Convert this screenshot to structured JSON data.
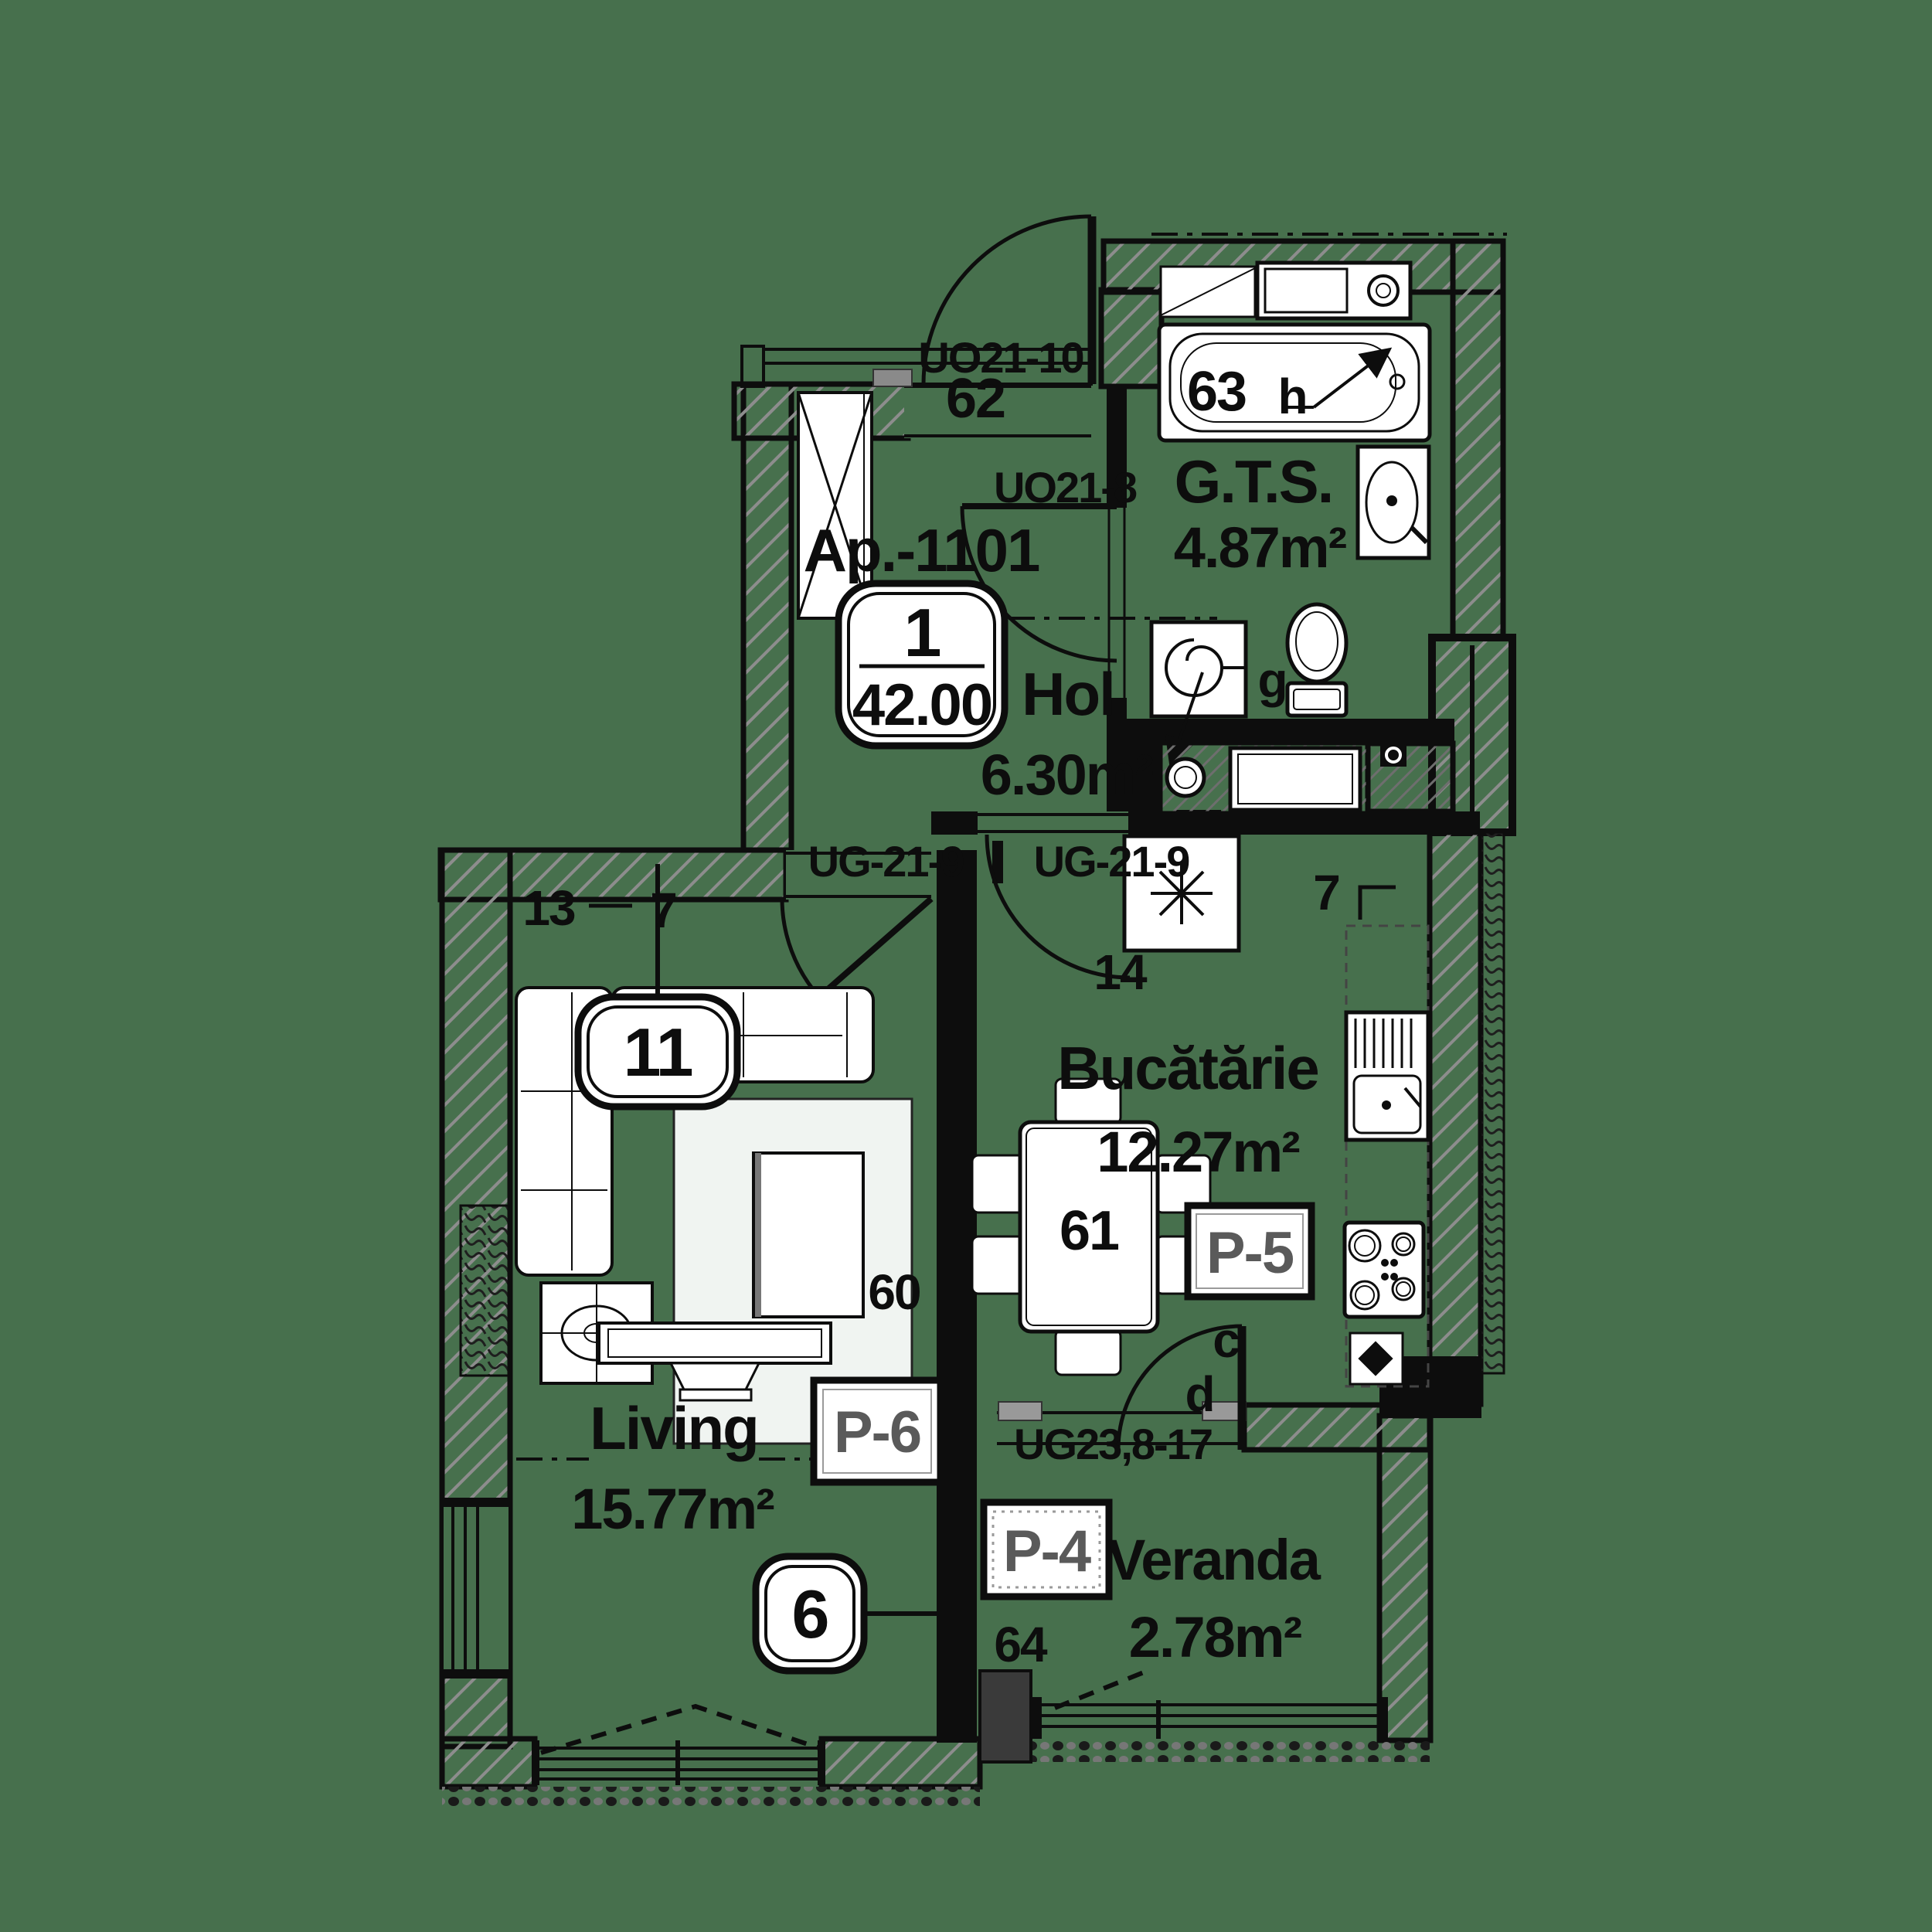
{
  "colors": {
    "background": "#47704D",
    "line": "#0d0d0d",
    "hatch": "#8d8d8d",
    "badge_text": "#5a5a5a"
  },
  "apartment_badge": {
    "number": "1",
    "area_value": "42.00"
  },
  "apartment_id": "Ap.-1101",
  "rooms": {
    "hol": {
      "name": "Hol",
      "area": "6.30m²"
    },
    "gts": {
      "name": "G.T.S.",
      "area": "4.87m²"
    },
    "kitchen": {
      "name": "Bucătărie",
      "area": "12.27m²"
    },
    "living": {
      "name": "Living",
      "area": "15.77m²"
    },
    "veranda": {
      "name": "Veranda",
      "area": "2.78m²"
    }
  },
  "door_codes": {
    "entry": "UO21-10",
    "bathroom": "UO21-8",
    "living": "UG-21-9",
    "kitchen": "UG-21-9",
    "veranda": "UG23,8-17"
  },
  "window_badges": {
    "living_side": "11",
    "living_bottom": "6"
  },
  "panel_badges": {
    "p6": "P-6",
    "p5": "P-5",
    "p4": "P-4"
  },
  "item_numbers": {
    "wardrobe": "62",
    "bathtub": "63",
    "bathtub_tap": "h",
    "toilet": "g",
    "wall_13": "13",
    "wall_7_living": "7",
    "boiler": "14",
    "kitchen_7": "7",
    "table": "61",
    "wall_60": "60",
    "veranda_64": "64",
    "door_c": "c",
    "door_d": "d"
  }
}
